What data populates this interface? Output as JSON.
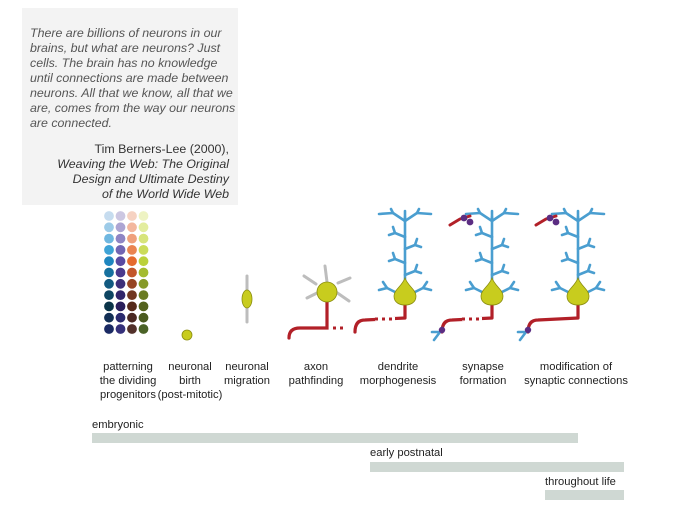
{
  "quote": {
    "lines": [
      "There are billions of neurons in our",
      "brains, but what are neurons? Just",
      "cells. The brain has no knowledge",
      "until connections are made between",
      "neurons. All that we know, all that we",
      "are, comes from the way our neurons",
      "are connected."
    ],
    "attribution": {
      "author": "Tim Berners-Lee (2000),",
      "title_lines": [
        "Weaving the Web: The Original",
        "Design and Ultimate Destiny",
        "of the World Wide Web"
      ]
    }
  },
  "stages": [
    {
      "lines": [
        "patterning",
        "the dividing",
        "progenitors"
      ]
    },
    {
      "lines": [
        "neuronal",
        "birth",
        "(post-mitotic)"
      ]
    },
    {
      "lines": [
        "neuronal",
        "migration"
      ]
    },
    {
      "lines": [
        "axon",
        "pathfinding"
      ]
    },
    {
      "lines": [
        "dendrite",
        "morphogenesis"
      ]
    },
    {
      "lines": [
        "synapse",
        "formation"
      ]
    },
    {
      "lines": [
        "modification of",
        "synaptic connections"
      ]
    }
  ],
  "periods": [
    {
      "label": "embryonic"
    },
    {
      "label": "early postnatal"
    },
    {
      "label": "throughout life"
    }
  ],
  "colors": {
    "dendrite": "#4a9ed0",
    "soma": "#c8cc1e",
    "axon": "#b22028",
    "synapse": "#5b2d82",
    "timeline_bar": "#cfd8d3"
  }
}
